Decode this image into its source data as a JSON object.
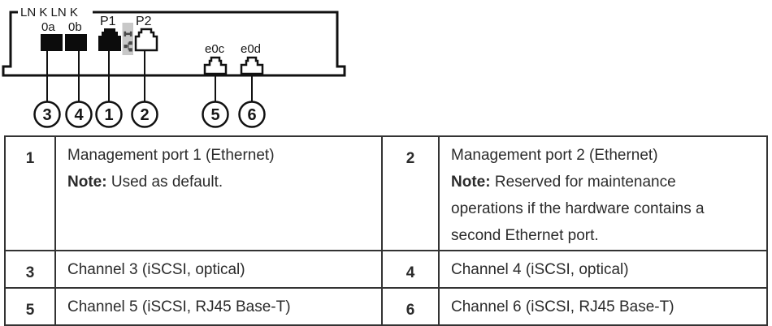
{
  "diagram": {
    "link_label": "LN K LN K",
    "sfp_a_label": "0a",
    "sfp_b_label": "0b",
    "p1_label": "P1",
    "p2_label": "P2",
    "e0c_label": "e0c",
    "e0d_label": "e0d",
    "callouts": [
      "3",
      "4",
      "1",
      "2",
      "5",
      "6"
    ]
  },
  "table": {
    "rows": [
      {
        "left": {
          "num": "1",
          "title": "Management port 1 (Ethernet)",
          "note_label": "Note:",
          "note_text": " Used as default."
        },
        "right": {
          "num": "2",
          "title": "Management port 2 (Ethernet)",
          "note_label": "Note:",
          "note_text": " Reserved for maintenance operations if the hardware contains a second Ethernet port."
        }
      },
      {
        "left": {
          "num": "3",
          "title": "Channel 3 (iSCSI, optical)"
        },
        "right": {
          "num": "4",
          "title": "Channel 4 (iSCSI, optical)"
        }
      },
      {
        "left": {
          "num": "5",
          "title": "Channel 5 (iSCSI, RJ45 Base-T)"
        },
        "right": {
          "num": "6",
          "title": "Channel 6 (iSCSI, RJ45 Base-T)"
        }
      }
    ]
  },
  "colors": {
    "outline": "#111111",
    "table_border": "#333333",
    "text": "#2b2b2b",
    "badge_bg": "#c8c8c8",
    "port_fill": "#0c0c0c"
  }
}
